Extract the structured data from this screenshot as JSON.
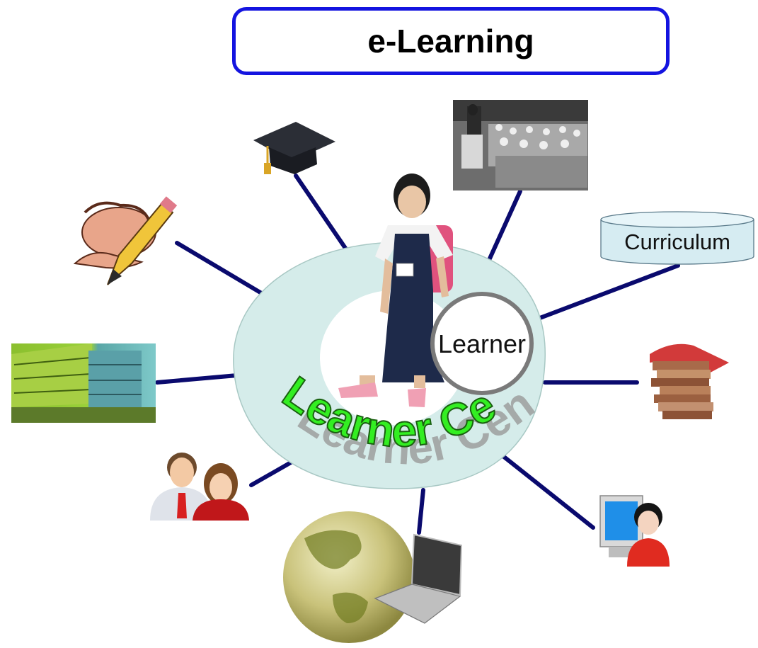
{
  "title": "e-Learning",
  "center": {
    "ring_label": "Learner Centric",
    "inner_label": "Learner"
  },
  "nodes": [
    {
      "id": "graduation-cap",
      "icon": "graduation-cap-icon"
    },
    {
      "id": "classroom",
      "icon": "classroom-photo"
    },
    {
      "id": "curriculum",
      "icon": "cylinder-shape",
      "label": "Curriculum"
    },
    {
      "id": "books",
      "icon": "book-stack-icon"
    },
    {
      "id": "computer-user",
      "icon": "computer-user-icon"
    },
    {
      "id": "globe-laptop",
      "icon": "globe-laptop-icon"
    },
    {
      "id": "parents",
      "icon": "parents-icon"
    },
    {
      "id": "school-building",
      "icon": "school-building-photo"
    },
    {
      "id": "writing-student",
      "icon": "pencil-writer-icon"
    }
  ],
  "colors": {
    "title_border": "#1414e0",
    "connector": "#0a0a6e",
    "ring_fill": "#d5ecea",
    "ring_text": "#33ee22",
    "curriculum_fill": "#d6ecf2"
  }
}
